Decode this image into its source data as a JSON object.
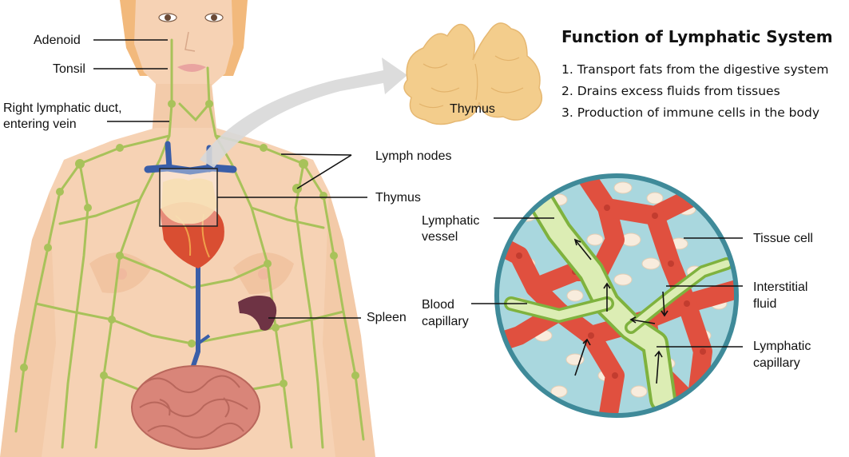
{
  "labels": {
    "adenoid": "Adenoid",
    "tonsil": "Tonsil",
    "right_duct_line1": "Right lymphatic duct,",
    "right_duct_line2": "entering vein",
    "lymph_nodes": "Lymph nodes",
    "thymus": "Thymus",
    "spleen": "Spleen",
    "thymus_detail": "Thymus",
    "lymphatic_vessel_line1": "Lymphatic",
    "lymphatic_vessel_line2": "vessel",
    "blood_capillary_line1": "Blood",
    "blood_capillary_line2": "capillary",
    "tissue_cell": "Tissue cell",
    "interstitial_fluid_line1": "Interstitial",
    "interstitial_fluid_line2": "fluid",
    "lymphatic_capillary_line1": "Lymphatic",
    "lymphatic_capillary_line2": "capillary"
  },
  "functions": {
    "title": "Function of Lymphatic System",
    "items": [
      "1. Transport fats from the digestive system",
      "2. Drains excess fluids from tissues",
      "3. Production of immune cells in the body"
    ]
  },
  "colors": {
    "skin": "#f6d2b4",
    "lymph": "#a8c25a",
    "blood": "#e0503f",
    "vein": "#3a5ea8",
    "fluid": "#a9d7de",
    "thymus": "#f3cd8c",
    "spleen": "#6e3344",
    "intestine": "#d98579"
  }
}
